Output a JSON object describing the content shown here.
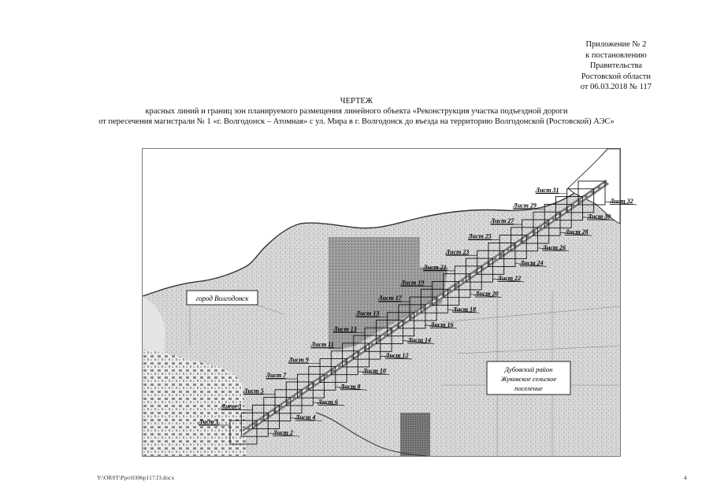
{
  "appendix": {
    "line1": "Приложение № 2",
    "line2": "к постановлению",
    "line3": "Правительства",
    "line4": "Ростовской области",
    "line5": "от 06.03.2018 № 117"
  },
  "title": {
    "heading": "ЧЕРТЕЖ",
    "line1": "красных линий и границ зон планируемого размещения линейного объекта «Реконструкция участка подъездной дороги",
    "line2": "от пересечения магистрали № 1 «г. Волгодонск – Атомная» с ул. Мира в г. Волгодонск до въезда на территорию Волгодонской (Ростовской) АЭС»"
  },
  "map": {
    "city_label": "город Волгодонск",
    "district_label": {
      "line1": "Дубовский район",
      "line2": "Жуковское сельское",
      "line3": "поселение"
    },
    "sheets": [
      {
        "label": "Лист 1"
      },
      {
        "label": "Лист 2"
      },
      {
        "label": "Лист 3"
      },
      {
        "label": "Лист 4"
      },
      {
        "label": "Лист 5"
      },
      {
        "label": "Лист 6"
      },
      {
        "label": "Лист 7"
      },
      {
        "label": "Лист 8"
      },
      {
        "label": "Лист 9"
      },
      {
        "label": "Лист 10"
      },
      {
        "label": "Лист 11"
      },
      {
        "label": "Лист 12"
      },
      {
        "label": "Лист 13"
      },
      {
        "label": "Лист 14"
      },
      {
        "label": "Лист 13"
      },
      {
        "label": "Лист 16"
      },
      {
        "label": "Лист 17"
      },
      {
        "label": "Лист 18"
      },
      {
        "label": "Лист 19"
      },
      {
        "label": "Лист 20"
      },
      {
        "label": "Лист 21"
      },
      {
        "label": "Лист 22"
      },
      {
        "label": "Лист 23"
      },
      {
        "label": "Лист 24"
      },
      {
        "label": "Лист 25"
      },
      {
        "label": "Лист 26"
      },
      {
        "label": "Лист 27"
      },
      {
        "label": "Лист 28"
      },
      {
        "label": "Лист 29"
      },
      {
        "label": "Лист 30"
      },
      {
        "label": "Лист 31"
      },
      {
        "label": "Лист 32"
      }
    ]
  },
  "footer": {
    "path": "Y:\\ORST\\Ppo\\0306p117.f3.docx",
    "page": "4"
  }
}
